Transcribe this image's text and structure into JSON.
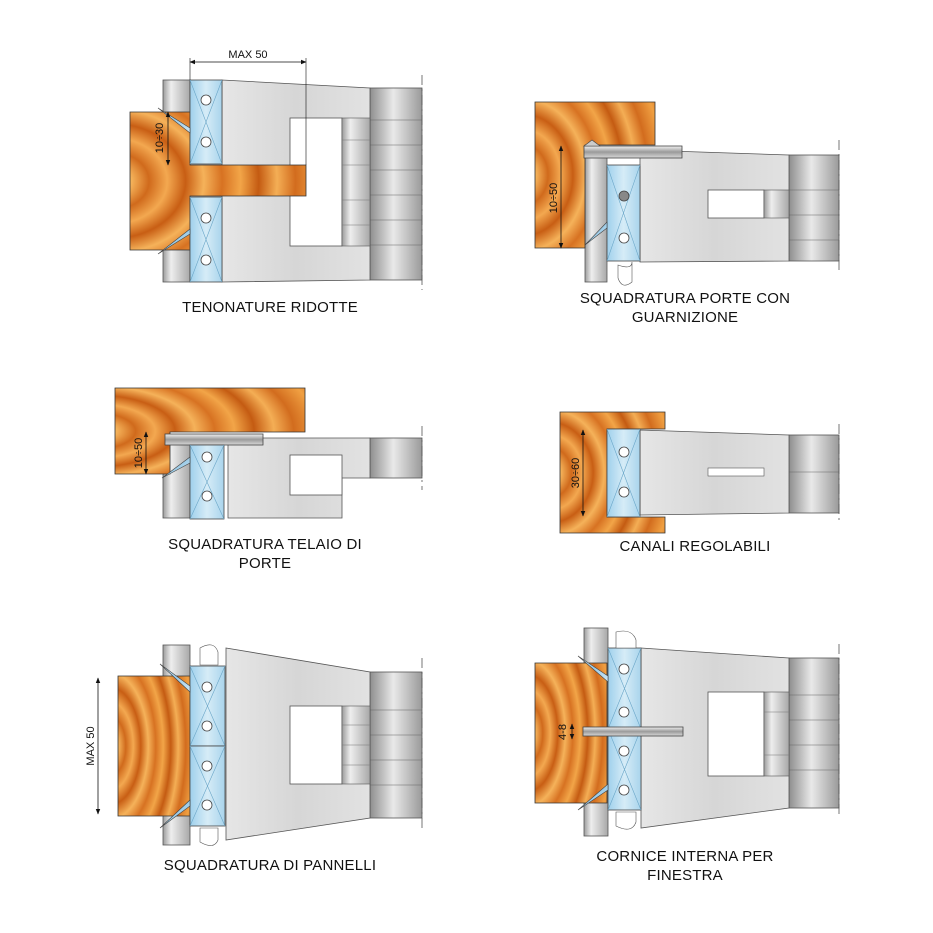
{
  "panels": [
    {
      "caption": [
        "TENONATURE RIDOTTE"
      ],
      "dimension": "10÷30",
      "top_dimension": "MAX 50"
    },
    {
      "caption": [
        "SQUADRATURA PORTE CON",
        "GUARNIZIONE"
      ],
      "dimension": "10÷50"
    },
    {
      "caption": [
        "SQUADRATURA TELAIO DI",
        "PORTE"
      ],
      "dimension": "10÷50"
    },
    {
      "caption": [
        "CANALI REGOLABILI"
      ],
      "dimension": "30÷60"
    },
    {
      "caption": [
        "SQUADRATURA DI PANNELLI"
      ],
      "dimension": "MAX 50"
    },
    {
      "caption": [
        "CORNICE INTERNA PER",
        "FINESTRA"
      ],
      "dimension": "4-8"
    }
  ],
  "colors": {
    "wood_light": "#f2a94a",
    "wood_dark": "#c15a12",
    "steel_light": "#f2f2f2",
    "steel_mid": "#cfcfcf",
    "steel_dark": "#9a9a9a",
    "knife": "#b9dcef",
    "outline": "#333333"
  }
}
